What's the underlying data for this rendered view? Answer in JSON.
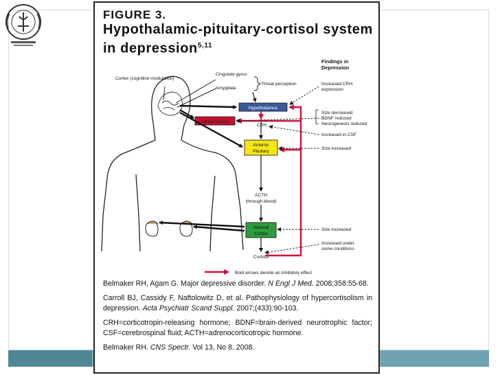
{
  "logo": {
    "icon": "institution-seal-icon",
    "lettering": "[seal text — illegible]"
  },
  "figure": {
    "label": "FIGURE 3.",
    "title": "Hypothalamic-pituitary-cortisol system in depression",
    "title_refs": "5,11",
    "findings_header_1": "Findings in",
    "findings_header_2": "Depression",
    "labels": {
      "cortex": "Cortex (cognitive modulation)",
      "cingulate": "Cingulate gyrus",
      "amygdala": "Amygdala",
      "threat": "Threat perception",
      "hypothalamus": "Hypothalamus",
      "hippocampus": "Hippocampus",
      "crh": "CRH",
      "anterior_1": "Anterior",
      "anterior_2": "Pituitary",
      "acth_1": "ACTH",
      "acth_2": "(through blood)",
      "adrenal_1": "Adrenal",
      "adrenal_2": "Cortex",
      "cortisol": "Cortisol"
    },
    "findings": {
      "crh_1": "Increased CRH",
      "crh_2": "expression",
      "hippo_1": "Size decreased",
      "hippo_2": "BDNF reduced",
      "hippo_3": "Neurogenesis reduced",
      "csf": "Increased in CSF",
      "pit": "Size increased",
      "adrenal": "Size increased",
      "cort_1": "Increased under",
      "cort_2": "some conditions"
    },
    "legend": "Bold arrows denote an inhibitory effect",
    "colors": {
      "hypothalamus": "#3b5b9a",
      "hippocampus": "#c8102e",
      "anterior_pituitary": "#f5e614",
      "adrenal_cortex": "#2e9b3e",
      "inhibitory_arrow": "#d0103a"
    }
  },
  "references": {
    "ref1_a": "Belmaker RH, Agam G. Major depressive disorder. ",
    "ref1_journal": "N Engl J Med.",
    "ref1_b": " 2008;358:55-68.",
    "ref2_a": "Carroll BJ, Cassidy F, Naftolowitz D, et al. Pathophysiology of hypercortisolism in depression. ",
    "ref2_journal": "Acta Psychiatr Scand Suppl.",
    "ref2_b": " 2007;(433):90-103.",
    "abbrev": "CRH=corticotropin-releasing hormone; BDNF=brain-derived neurotrophic factor; CSF=cerebrospinal fluid; ACTH=adrenocorticotropic hormone.",
    "src_a": "Belmaker RH. ",
    "src_journal": "CNS Spectr.",
    "src_b": " Vol 13, No 8. 2008."
  }
}
